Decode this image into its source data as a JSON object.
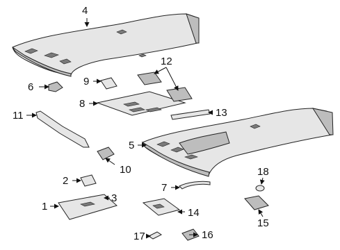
{
  "parts": [
    {
      "id": "1",
      "label": "1",
      "depicts": "sun visor"
    },
    {
      "id": "2",
      "label": "2",
      "depicts": "visor pad"
    },
    {
      "id": "3",
      "label": "3",
      "depicts": "visor clip"
    },
    {
      "id": "4",
      "label": "4",
      "depicts": "headliner"
    },
    {
      "id": "5",
      "label": "5",
      "depicts": "headliner with sunroof opening"
    },
    {
      "id": "6",
      "label": "6",
      "depicts": "clip"
    },
    {
      "id": "7",
      "label": "7",
      "depicts": "grab handle"
    },
    {
      "id": "8",
      "label": "8",
      "depicts": "insulator panel"
    },
    {
      "id": "9",
      "label": "9",
      "depicts": "bracket"
    },
    {
      "id": "10",
      "label": "10",
      "depicts": "reading lamp"
    },
    {
      "id": "11",
      "label": "11",
      "depicts": "trim strip"
    },
    {
      "id": "12",
      "label": "12",
      "depicts": "insulator pads"
    },
    {
      "id": "13",
      "label": "13",
      "depicts": "weatherstrip"
    },
    {
      "id": "14",
      "label": "14",
      "depicts": "overhead console"
    },
    {
      "id": "15",
      "label": "15",
      "depicts": "dome lamp"
    },
    {
      "id": "16",
      "label": "16",
      "depicts": "switch"
    },
    {
      "id": "17",
      "label": "17",
      "depicts": "bulb"
    },
    {
      "id": "18",
      "label": "18",
      "depicts": "bulb"
    }
  ]
}
